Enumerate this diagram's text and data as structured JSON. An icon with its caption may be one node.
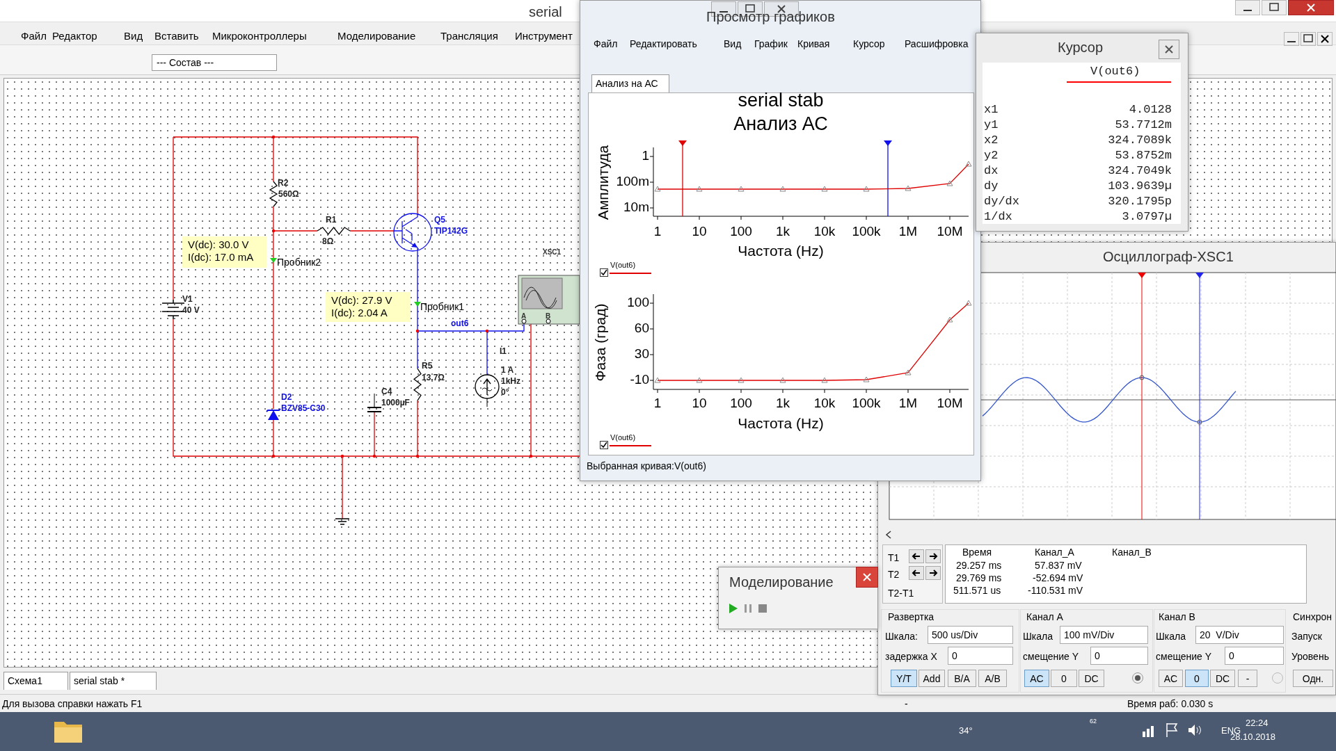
{
  "diagram": {
    "nodes": [
      {
        "text": [
          "V(dc): 30.0 V",
          "I(dc): 17.0 mA"
        ]
      },
      {
        "text": [
          "V(dc): 27.9 V",
          "I(dc): 2.04 A"
        ]
      }
    ],
    "labels": [
      "serial",
      "Файл",
      "Редактор",
      "Вид",
      "Вставить",
      "Микроконтроллеры",
      "Моделирование",
      "Трансляция",
      "Инструмент",
      "--- Состав ---",
      "R2",
      "560Ω",
      "R1",
      "8Ω",
      "Q5",
      "TIP142G",
      "XSC1",
      "Пробник2",
      "V1",
      "40 V",
      "Пробник1",
      "out6",
      "A",
      "B",
      "I1",
      "1 A",
      "1kHz",
      "0°",
      "R5",
      "13.7Ω",
      "C4",
      "1000µF",
      "D2",
      "BZV85-C30",
      "Просмотр графиков",
      "Файл",
      "Редактировать",
      "Вид",
      "График",
      "Кривая",
      "Курсор",
      "Расшифровка",
      "Анализ на АС",
      "serial stab",
      "Анализ АС",
      "Амплитуда",
      "1",
      "100m",
      "10m",
      "1",
      "10",
      "100",
      "1k",
      "10k",
      "100k",
      "1M",
      "10M",
      "Частота (Hz)",
      "Фаза (град)",
      "100",
      "60",
      "30",
      "-10",
      "1",
      "10",
      "100",
      "1k",
      "10k",
      "100k",
      "1M",
      "10M",
      "Частота (Hz)",
      "Выбранная кривая:V(out6)",
      "Курсор",
      "V(out6)",
      "x1",
      "4.0128",
      "y1",
      "53.7712m",
      "x2",
      "324.7089k",
      "y2",
      "53.8752m",
      "dx",
      "324.7049k",
      "dy",
      "103.9639µ",
      "dy/dx",
      "320.1795p",
      "1/dx",
      "3.0797µ",
      "Осциллограф-XSC1",
      "Время",
      "Канал_A",
      "Канал_B",
      "T1",
      "29.257 ms",
      "57.837 mV",
      "T2",
      "29.769 ms",
      "-52.694 mV",
      "T2-T1",
      "511.571 us",
      "-110.531 mV",
      "Развертка",
      "Шкала:",
      "500 us/Div",
      "задержка X",
      "0",
      "Y/T",
      "Add",
      "B/A",
      "A/B",
      "Канал A",
      "Шкала",
      "100 mV/Div",
      "смещение Y",
      "0",
      "AC",
      "0",
      "DC",
      "Канал B",
      "Шкала",
      "20  V/Div",
      "смещение Y",
      "0",
      "AC",
      "0",
      "DC",
      "-",
      "Синхрон",
      "Запуск",
      "Уровень",
      "Одн.",
      "Моделирование",
      "Схема1",
      "serial stab *",
      "Для вызова справки нажать F1",
      "-",
      "Время раб: 0.030 s",
      "34°",
      "62",
      "ENG",
      "22:24",
      "28.10.2018"
    ],
    "legend": [
      {
        "text": "V(out6)"
      },
      {
        "text": "V(out6)"
      }
    ]
  }
}
